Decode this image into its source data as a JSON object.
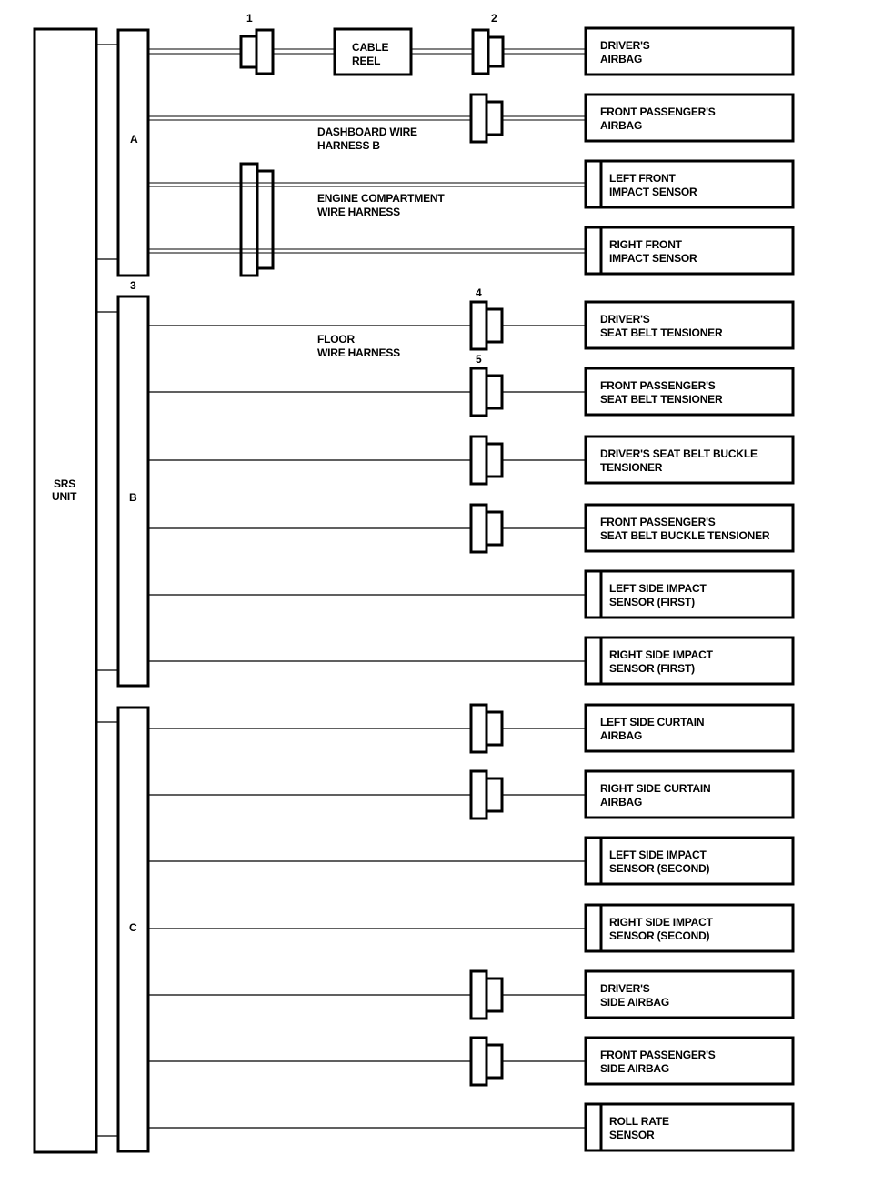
{
  "srs_unit": {
    "line1": "SRS",
    "line2": "UNIT"
  },
  "connectors": {
    "a": "A",
    "b": "B",
    "c": "C"
  },
  "callouts": {
    "n1": "1",
    "n2": "2",
    "n3": "3",
    "n4": "4",
    "n5": "5"
  },
  "cable_reel": {
    "line1": "CABLE",
    "line2": "REEL"
  },
  "harnesses": {
    "dashboard": {
      "line1": "DASHBOARD WIRE",
      "line2": "HARNESS B"
    },
    "engine": {
      "line1": "ENGINE COMPARTMENT",
      "line2": "WIRE HARNESS"
    },
    "floor": {
      "line1": "FLOOR",
      "line2": "WIRE HARNESS"
    }
  },
  "components": [
    {
      "id": "drivers-airbag",
      "line1": "DRIVER'S",
      "line2": "AIRBAG"
    },
    {
      "id": "front-passengers-airbag",
      "line1": "FRONT PASSENGER'S",
      "line2": "AIRBAG"
    },
    {
      "id": "left-front-impact-sensor",
      "line1": "LEFT FRONT",
      "line2": "IMPACT SENSOR"
    },
    {
      "id": "right-front-impact-sensor",
      "line1": "RIGHT FRONT",
      "line2": "IMPACT SENSOR"
    },
    {
      "id": "drivers-seat-belt-tensioner",
      "line1": "DRIVER'S",
      "line2": "SEAT BELT TENSIONER"
    },
    {
      "id": "front-passengers-seat-belt-tensioner",
      "line1": "FRONT PASSENGER'S",
      "line2": "SEAT BELT TENSIONER"
    },
    {
      "id": "drivers-seat-belt-buckle-tensioner",
      "line1": "DRIVER'S SEAT BELT BUCKLE",
      "line2": "TENSIONER"
    },
    {
      "id": "front-passengers-seat-belt-buckle-tensioner",
      "line1": "FRONT PASSENGER'S",
      "line2": "SEAT BELT BUCKLE TENSIONER"
    },
    {
      "id": "left-side-impact-sensor-first",
      "line1": "LEFT SIDE IMPACT",
      "line2": "SENSOR (FIRST)"
    },
    {
      "id": "right-side-impact-sensor-first",
      "line1": "RIGHT SIDE IMPACT",
      "line2": "SENSOR (FIRST)"
    },
    {
      "id": "left-side-curtain-airbag",
      "line1": "LEFT SIDE CURTAIN",
      "line2": "AIRBAG"
    },
    {
      "id": "right-side-curtain-airbag",
      "line1": "RIGHT SIDE CURTAIN",
      "line2": "AIRBAG"
    },
    {
      "id": "left-side-impact-sensor-second",
      "line1": "LEFT SIDE IMPACT",
      "line2": "SENSOR (SECOND)"
    },
    {
      "id": "right-side-impact-sensor-second",
      "line1": "RIGHT SIDE IMPACT",
      "line2": "SENSOR (SECOND)"
    },
    {
      "id": "drivers-side-airbag",
      "line1": "DRIVER'S",
      "line2": "SIDE AIRBAG"
    },
    {
      "id": "front-passengers-side-airbag",
      "line1": "FRONT PASSENGER'S",
      "line2": "SIDE AIRBAG"
    },
    {
      "id": "roll-rate-sensor",
      "line1": "ROLL RATE",
      "line2": "SENSOR"
    }
  ]
}
